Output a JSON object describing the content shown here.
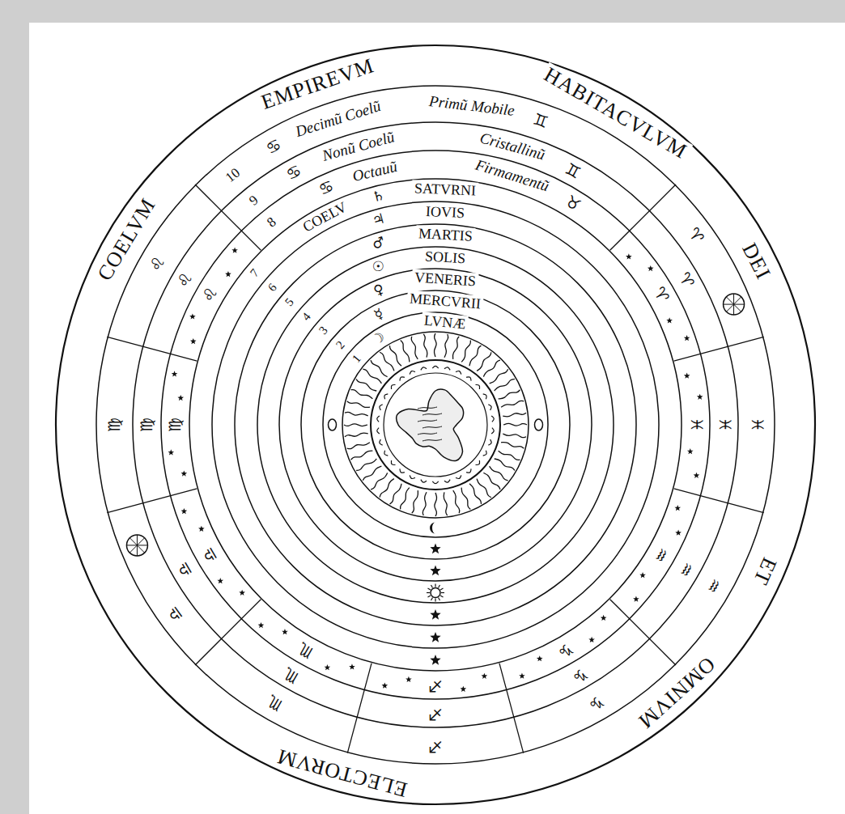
{
  "diagram": {
    "nodes": [
      {
        "text": [
          "COELVM",
          "EMPIREVM",
          "HABITACVLVM",
          "DEI",
          "ET",
          "OMNIVM",
          "ELECTORVM"
        ]
      },
      {
        "text": [
          "Decimũ Coelũ",
          "Primũ Mobile"
        ],
        "in": 0
      },
      {
        "text": [
          "Nonũ Coelũ",
          "Cristallinũ"
        ],
        "in": 1
      },
      {
        "text": [
          "Octauũ",
          "Firmamentũ"
        ],
        "in": 2
      },
      {
        "text": [
          "COELV",
          "SATVRNI"
        ],
        "in": 3
      },
      {
        "text": [
          "IOVIS"
        ],
        "in": 4
      },
      {
        "text": [
          "MARTIS"
        ],
        "in": 5
      },
      {
        "text": [
          "SOLIS"
        ],
        "in": 6
      },
      {
        "text": [
          "VENERIS"
        ],
        "in": 7
      },
      {
        "text": [
          "MERCVRII"
        ],
        "in": 8
      },
      {
        "text": [
          "LVNÆ"
        ],
        "in": 9
      }
    ],
    "labels": [
      "♋",
      "♊",
      "10",
      "♈",
      "♓",
      "♒",
      "♑",
      "♐",
      "♏",
      "♎",
      "♍",
      "♌",
      "♋",
      "♊",
      "9",
      "♈",
      "♓",
      "♒",
      "♑",
      "♐",
      "♏",
      "♎",
      "♍",
      "♌",
      "♋",
      "♉",
      "8",
      "♈",
      "♓",
      "♒",
      "♑",
      "♐",
      "♏",
      "♎",
      "♍",
      "♌",
      "♄",
      "7",
      "♃",
      "6",
      "♂",
      "5",
      "☉",
      "4",
      "♀",
      "3",
      "☿",
      "2",
      "☽",
      "1"
    ]
  }
}
